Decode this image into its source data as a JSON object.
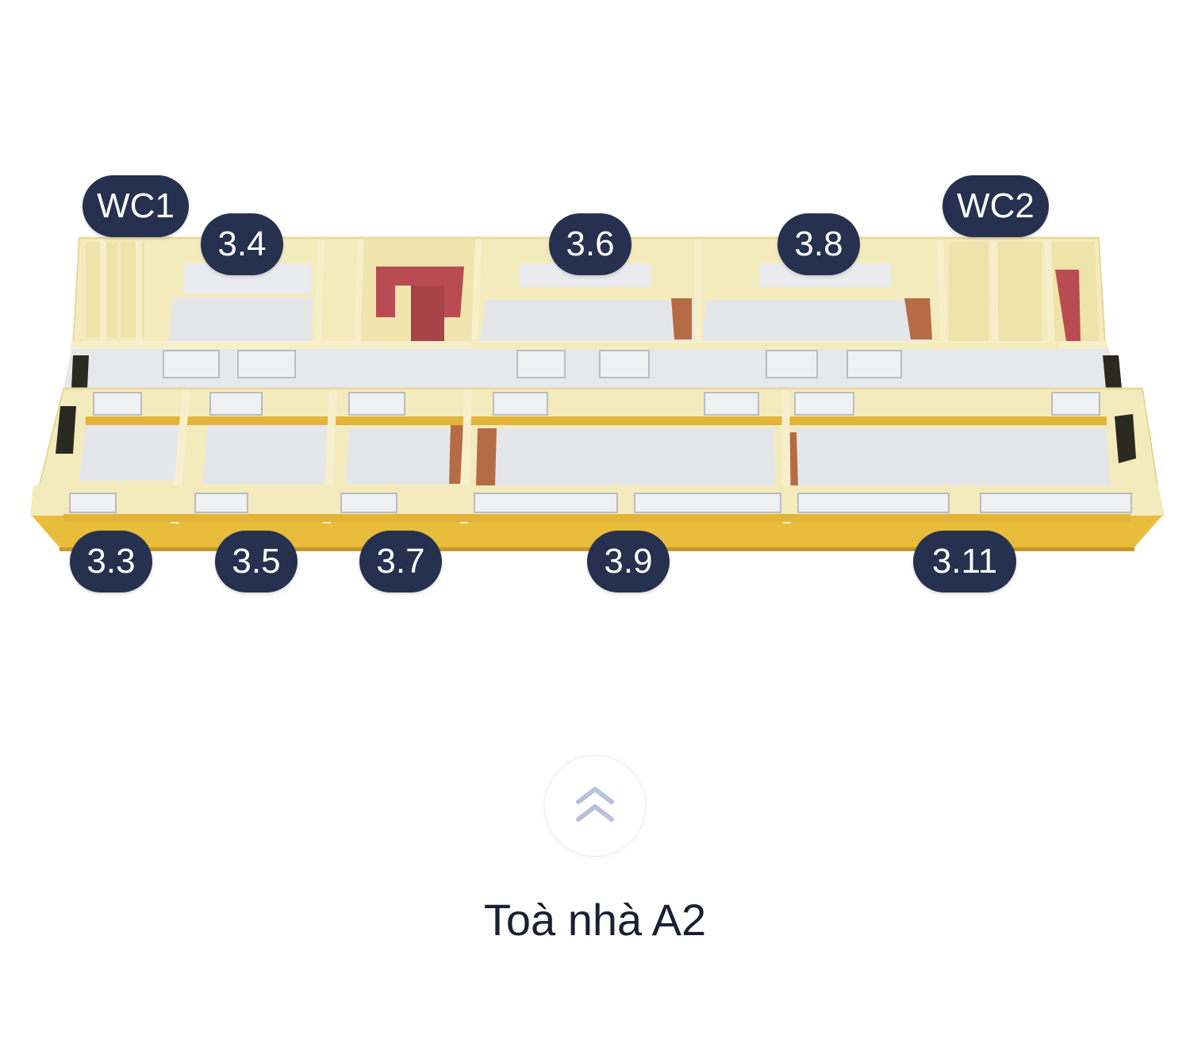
{
  "floor_plan": {
    "rooms": [
      {
        "key": "wc1",
        "label": "WC1"
      },
      {
        "key": "3-4",
        "label": "3.4"
      },
      {
        "key": "3-6",
        "label": "3.6"
      },
      {
        "key": "3-8",
        "label": "3.8"
      },
      {
        "key": "wc2",
        "label": "WC2"
      },
      {
        "key": "3-3",
        "label": "3.3"
      },
      {
        "key": "3-5",
        "label": "3.5"
      },
      {
        "key": "3-7",
        "label": "3.7"
      },
      {
        "key": "3-9",
        "label": "3.9"
      },
      {
        "key": "3-11",
        "label": "3.11"
      }
    ]
  },
  "navigation": {
    "up_icon": "double-chevron-up-icon",
    "icon_color": "#b8c1d9"
  },
  "building": {
    "name": "Toà nhà A2"
  },
  "colors": {
    "label_bg": "#26304f",
    "label_text": "#ffffff",
    "wall": "#f3e8b4",
    "trim": "#e2b43a",
    "floor": "#e4e6ea",
    "stairs": "#b8494f",
    "text": "#1a1f33"
  }
}
